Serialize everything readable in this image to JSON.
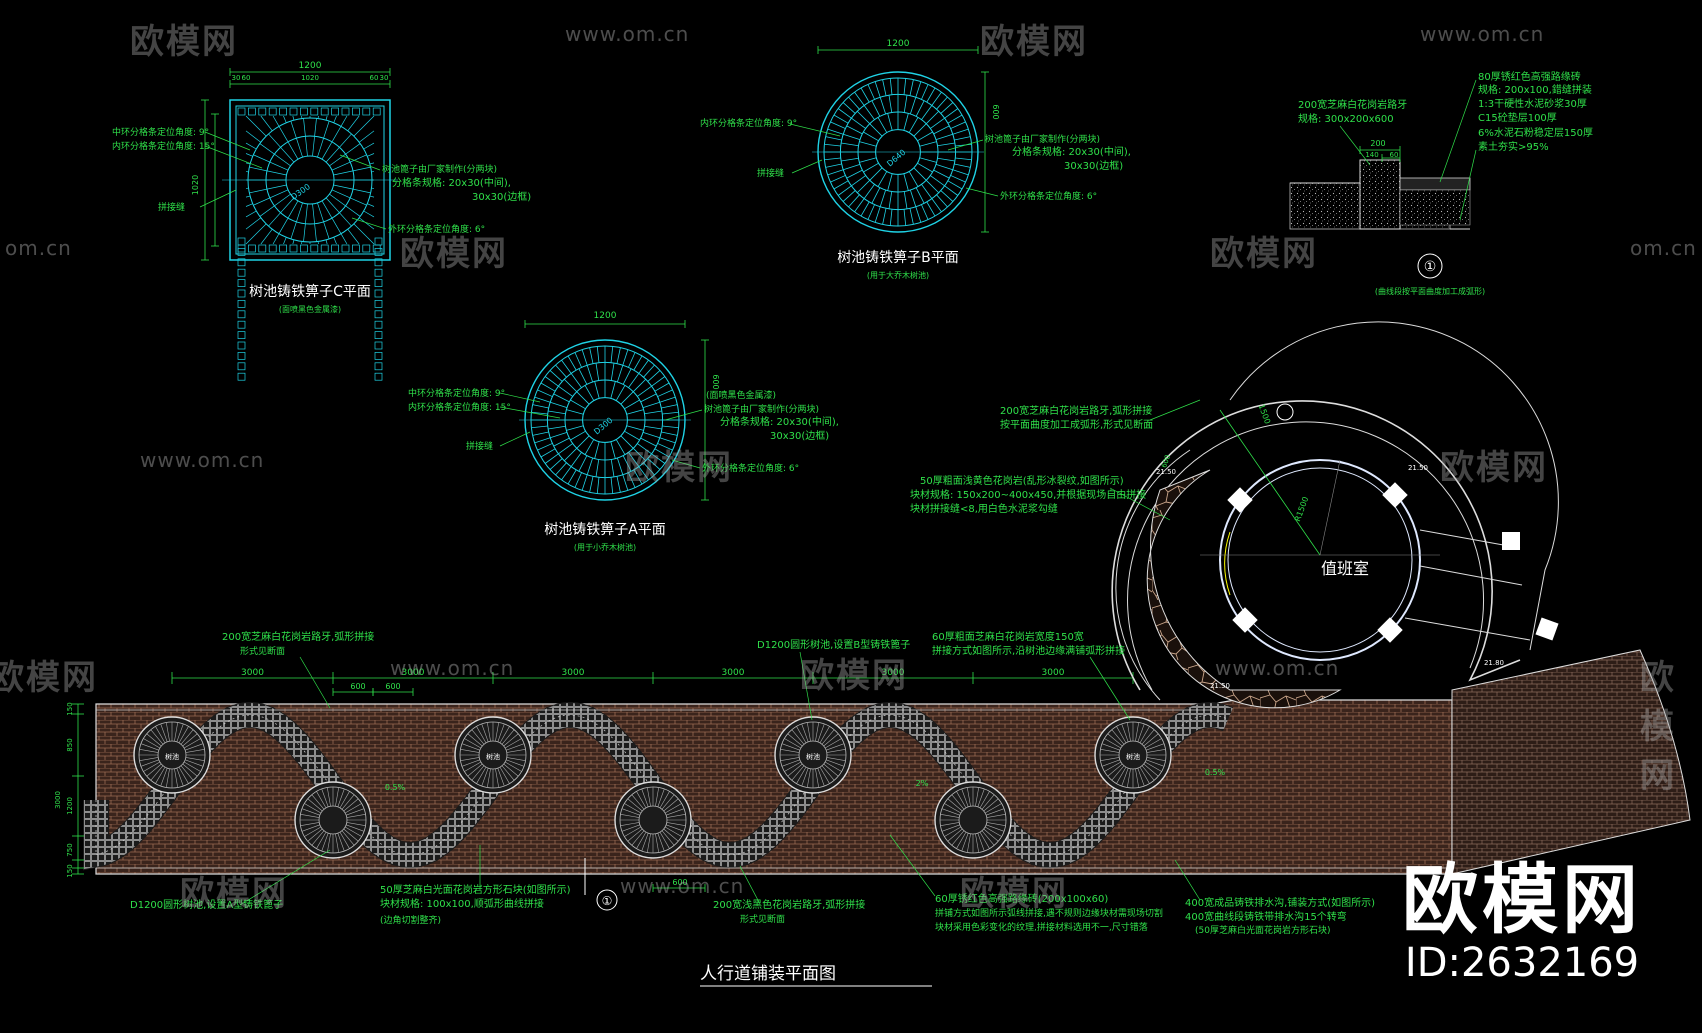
{
  "drawing": {
    "main_title": "人行道铺装平面图",
    "grate_c": {
      "title": "树池铸铁箅子C平面",
      "subtitle": "(面喷黑色金属漆)",
      "dim_top": "1200",
      "dim_top_parts": [
        "30",
        "60",
        "1020",
        "60",
        "30"
      ],
      "dim_side": "1020",
      "dim_inner": "D300",
      "notes": [
        "中环分格条定位角度: 9°",
        "内环分格条定位角度: 15°",
        "树池篦子由厂家制作(分两块)",
        "分格条规格: 20x30(中间),",
        "30x30(边框)",
        "外环分格条定位角度: 6°",
        "拼接缝"
      ]
    },
    "grate_b": {
      "title": "树池铸铁箅子B平面",
      "subtitle": "(用于大乔木树池)",
      "dim_top": "1200",
      "dim_side": "600",
      "dim_inner": "D640",
      "notes": [
        "内环分格条定位角度: 9°",
        "树池篦子由厂家制作(分两块)",
        "分格条规格: 20x30(中间),",
        "30x30(边框)",
        "外环分格条定位角度: 6°",
        "拼接缝"
      ]
    },
    "grate_a": {
      "title": "树池铸铁箅子A平面",
      "subtitle": "(用于小乔木树池)",
      "dim_top": "1200",
      "dim_side": "600",
      "dim_inner": "D300",
      "notes": [
        "中环分格条定位角度: 9°",
        "内环分格条定位角度: 15°",
        "(面喷黑色金属漆)",
        "树池篦子由厂家制作(分两块)",
        "分格条规格: 20x30(中间),",
        "30x30(边框)",
        "外环分格条定位角度: 6°",
        "拼接缝"
      ]
    },
    "section": {
      "callout": "①",
      "caption": "(曲线段按平面曲度加工成弧形)",
      "dims": [
        "200",
        "140",
        "60"
      ],
      "notes": [
        "200宽芝麻白花岗岩路牙",
        "规格: 300x200x600",
        "80厚锈红色高强路缘砖",
        "规格: 200x100,錯缝拼装",
        "1:3干硬性水泥砂浆30厚",
        "C15砼垫层100厚",
        "6%水泥石粉稳定层150厚",
        "素土夯实>95%"
      ]
    },
    "plaza": {
      "room_label": "值班室",
      "levels": [
        "21.50",
        "21.50",
        "21.80",
        "21.50"
      ],
      "dims": [
        "1500",
        "R1500",
        "600"
      ],
      "notes": [
        "200宽芝麻白花岗岩路牙,弧形拼接",
        "按平面曲度加工成弧形,形式见断面",
        "50厚粗面浅黄色花岗岩(乱形冰裂纹,如图所示)",
        "块材规格: 150x200~400x450,并根据现场自由拼接",
        "块材拼接缝<8,用白色水泥浆勾缝"
      ]
    },
    "sidewalk": {
      "top_dims": [
        "3000",
        "3000",
        "3000",
        "3000",
        "3000",
        "3000"
      ],
      "sub_dims": [
        "600",
        "600",
        "600"
      ],
      "left_dims": [
        "150",
        "850",
        "3000",
        "1200",
        "750",
        "150"
      ],
      "slopes": [
        "0.5%",
        "2%",
        "0.5%"
      ],
      "tree_label": "树池",
      "callout_bottom": "①",
      "notes_top": [
        "200宽芝麻白花岗岩路牙,弧形拼接",
        "形式见断面",
        "D1200圆形树池,设置B型铸铁篦子",
        "60厚粗面芝麻白花岗岩宽度150宽",
        "拼接方式如图所示,沿树池边缘满铺弧形拼接"
      ],
      "notes_bottom": [
        "D1200圆形树池,设置A型铸铁篦子",
        "50厚芝麻白光面花岗岩方形石块(如图所示)",
        "块材规格: 100x100,顺弧形曲线拼接",
        "(边角切割整齐)",
        "200宽浅黑色花岗岩路牙,弧形拼接",
        "形式见断面",
        "60厚锈红色高强路缘砖(200x100x60)",
        "拼铺方式如图所示弧线拼接,遇不规则边缘块材需现场切割",
        "块材采用色彩变化的纹理,拼接材料选用不一,尺寸错落",
        "400宽成品铸铁排水沟,铺装方式(如图所示)",
        "400宽曲线段铸铁带排水沟15个转弯",
        "(50厚芝麻白光面花岗岩方形石块)"
      ]
    }
  },
  "watermarks": {
    "site": "www.om.cn",
    "site_short": "om.cn",
    "logo": "欧模网",
    "logo_cut": "欧模网"
  },
  "branding": {
    "name": "欧模网",
    "id": "ID:2632169"
  },
  "colors": {
    "background": "#000000",
    "linework": "#1fd3e6",
    "dimension": "#2fe04a",
    "text": "#ffffff",
    "paving_dark": "#3a241c",
    "paving_line": "#9a6a52",
    "stone": "#c9a489",
    "curb": "#d7d7d7",
    "room_line": "#dfe9ff"
  }
}
